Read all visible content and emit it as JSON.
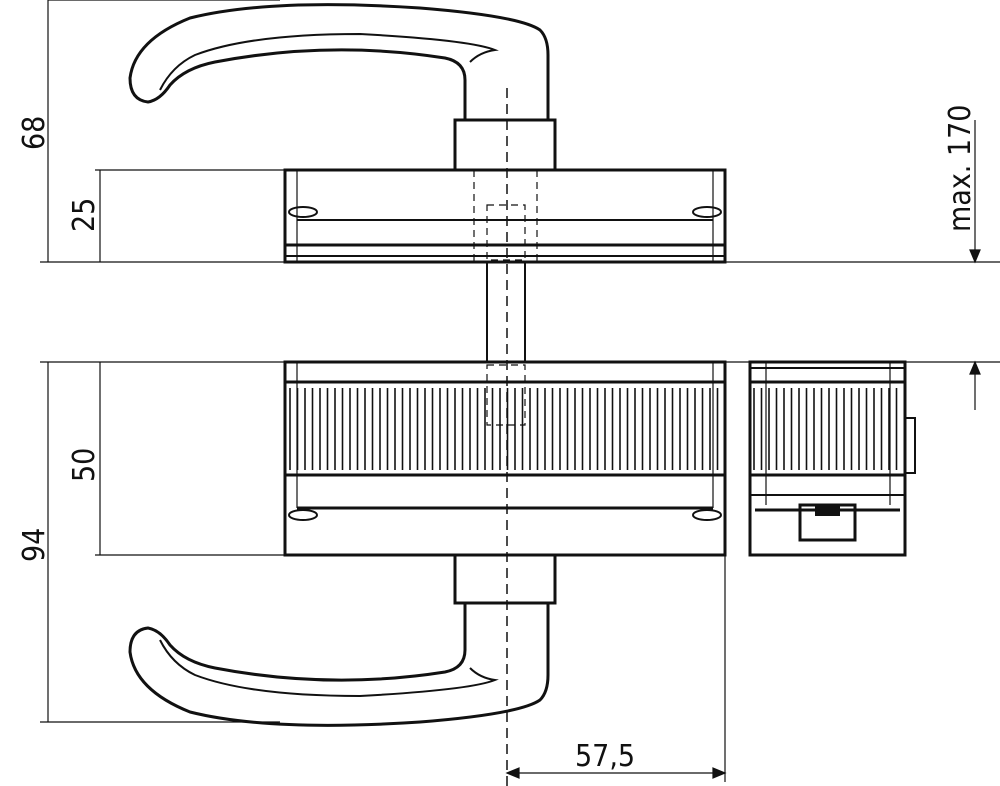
{
  "drawing": {
    "title": "Door handle set with handle-mounted lock, dimensional drawing",
    "dimensions": {
      "upper_handle_height": "68",
      "upper_plate_height": "25",
      "max_door_thickness": "max. 170",
      "lower_body_height": "50",
      "lower_total_height": "94",
      "spindle_offset": "57,5"
    },
    "colors": {
      "line": "#111111",
      "lower_handle_fill": "#d0d0d0"
    }
  }
}
